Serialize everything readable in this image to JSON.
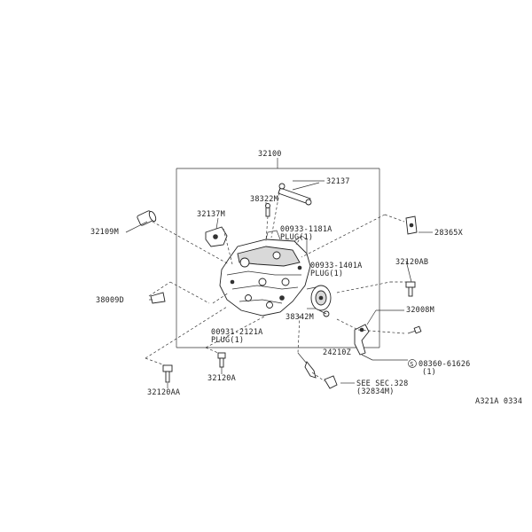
{
  "labels": {
    "p32100": "32100",
    "p32137": "32137",
    "p38322m": "38322M",
    "p32137m": "32137M",
    "p32109m": "32109M",
    "p00933_1181a": "00933-1181A",
    "p00933_1181a_plug": "PLUG(1)",
    "p28365x": "28365X",
    "p00933_1401a": "00933-1401A",
    "p00933_1401a_plug": "PLUG(1)",
    "p32120ab": "32120AB",
    "p38009d": "38009D",
    "p32008m": "32008M",
    "p38342m": "38342M",
    "p00931_2121a": "00931-2121A",
    "p00931_2121a_plug": "PLUG(1)",
    "p24210z": "24210Z",
    "p08360": "08360-61626",
    "p08360_qty": "(1)",
    "s_marker": "S",
    "see_sec": "SEE SEC.328",
    "see_sec_ref": "(32834M)",
    "p32120aa": "32120AA",
    "p32120a": "32120A",
    "diagram_code": "A321A 0334"
  }
}
